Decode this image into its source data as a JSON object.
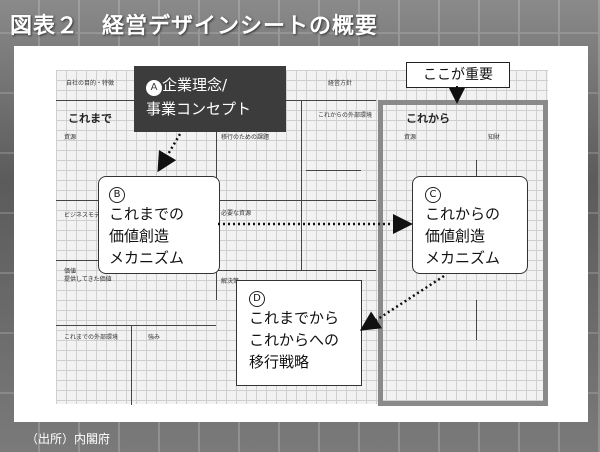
{
  "title": "図表２　経営デザインシートの概要",
  "source": "（出所）内閣府",
  "callouts": {
    "a": {
      "mark": "A",
      "line1": "企業理念/",
      "line2": "事業コンセプト"
    },
    "b": {
      "mark": "B",
      "line1": "これまでの",
      "line2": "価値創造",
      "line3": "メカニズム"
    },
    "c": {
      "mark": "C",
      "line1": "これからの",
      "line2": "価値創造",
      "line3": "メカニズム"
    },
    "d": {
      "mark": "D",
      "line1": "これまでから",
      "line2": "これからへの",
      "line3": "移行戦略"
    },
    "important": "ここが重要"
  },
  "sheet": {
    "purpose": "自社の目的・特徴",
    "policy": "経営方針",
    "past": "これまで",
    "future": "これから",
    "resource_left": "資源",
    "resource_right": "資源",
    "business_model_left": "ビジネスモデル",
    "value_left": "価値",
    "value_left_sub": "提供してきた価値",
    "past_env": "これまでの外部環境",
    "future_env": "これからの外部環境",
    "transition_issue": "移行のための課題",
    "needed_resource": "必要な資源",
    "solution": "解決策",
    "strength": "強み",
    "knowledge": "知財"
  }
}
